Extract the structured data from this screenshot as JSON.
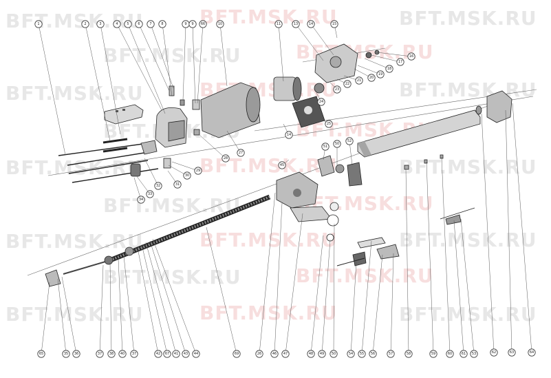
{
  "watermark": {
    "text": "BFT.MSK.RU"
  },
  "callouts": [
    {
      "label": "1"
    },
    {
      "label": "2"
    },
    {
      "label": "3"
    },
    {
      "label": "4"
    },
    {
      "label": "5"
    },
    {
      "label": "6"
    },
    {
      "label": "7"
    },
    {
      "label": "8"
    },
    {
      "label": "9"
    },
    {
      "label": "9"
    },
    {
      "label": "66"
    },
    {
      "label": "10"
    },
    {
      "label": "11"
    },
    {
      "label": "13"
    },
    {
      "label": "14"
    },
    {
      "label": "15"
    },
    {
      "label": "16"
    },
    {
      "label": "17"
    },
    {
      "label": "18"
    },
    {
      "label": "19"
    },
    {
      "label": "20"
    },
    {
      "label": "21"
    },
    {
      "label": "22"
    },
    {
      "label": "23"
    },
    {
      "label": "24"
    },
    {
      "label": "25"
    },
    {
      "label": "14"
    },
    {
      "label": "27"
    },
    {
      "label": "28"
    },
    {
      "label": "29"
    },
    {
      "label": "30"
    },
    {
      "label": "31"
    },
    {
      "label": "32"
    },
    {
      "label": "33"
    },
    {
      "label": "34"
    },
    {
      "label": "45"
    },
    {
      "label": "51"
    },
    {
      "label": "50"
    },
    {
      "label": "52"
    },
    {
      "label": "62"
    },
    {
      "label": "63"
    },
    {
      "label": "64"
    },
    {
      "label": "65"
    },
    {
      "label": "35"
    },
    {
      "label": "36"
    },
    {
      "label": "37"
    },
    {
      "label": "38"
    },
    {
      "label": "40"
    },
    {
      "label": "37"
    },
    {
      "label": "42"
    },
    {
      "label": "67"
    },
    {
      "label": "41"
    },
    {
      "label": "43"
    },
    {
      "label": "44"
    },
    {
      "label": "69"
    },
    {
      "label": "26"
    },
    {
      "label": "46"
    },
    {
      "label": "47"
    },
    {
      "label": "48"
    },
    {
      "label": "49"
    },
    {
      "label": "50"
    },
    {
      "label": "54"
    },
    {
      "label": "55"
    },
    {
      "label": "56"
    },
    {
      "label": "57"
    },
    {
      "label": "58"
    },
    {
      "label": "59"
    },
    {
      "label": "60"
    },
    {
      "label": "61"
    },
    {
      "label": "53"
    }
  ]
}
